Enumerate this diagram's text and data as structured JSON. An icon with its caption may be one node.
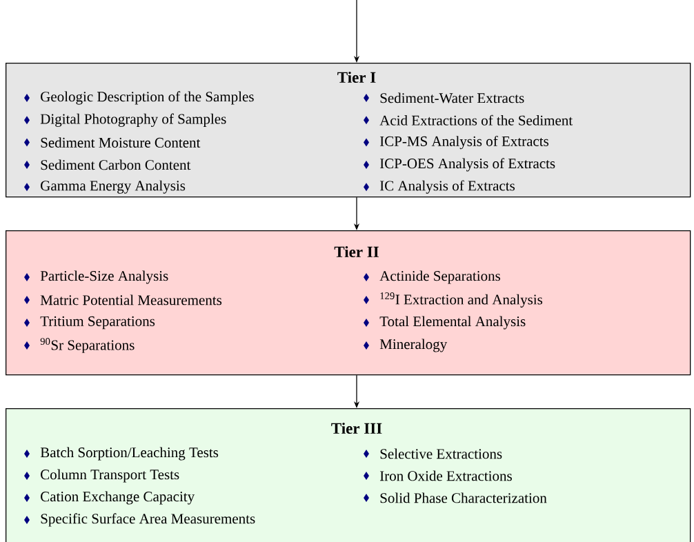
{
  "diagram": {
    "nodes": [
      {
        "text": [
          "Tier I",
          "Geologic Description of the Samples",
          "Digital Photography of Samples",
          "Sediment Moisture Content",
          "Sediment Carbon Content",
          "Gamma Energy Analysis",
          "Sediment-Water Extracts",
          "Acid Extractions of the Sediment",
          "ICP-MS Analysis of Extracts",
          "ICP-OES Analysis of Extracts",
          "IC Analysis of Extracts"
        ]
      },
      {
        "text": [
          "Tier II",
          "Particle-Size Analysis",
          "Matric Potential Measurements",
          "Tritium Separations",
          "$^{90}$Sr Separations",
          "Actinide Separations",
          "$^{129}$I Extraction and Analysis",
          "Total Elemental Analysis",
          "Mineralogy"
        ]
      },
      {
        "text": [
          "Tier III",
          "Batch Sorption/Leaching Tests",
          "Column Transport Tests",
          "Cation Exchange Capacity",
          "Specific Surface Area Measurements",
          "Selective Extractions",
          "Iron Oxide Extractions",
          "Solid Phase Characterization"
        ]
      }
    ],
    "edges": [
      {
        "from": null,
        "to": 0,
        "arrow": "to"
      },
      {
        "from": 0,
        "to": 1,
        "arrow": "to"
      },
      {
        "from": 1,
        "to": 2,
        "arrow": "to"
      }
    ]
  }
}
